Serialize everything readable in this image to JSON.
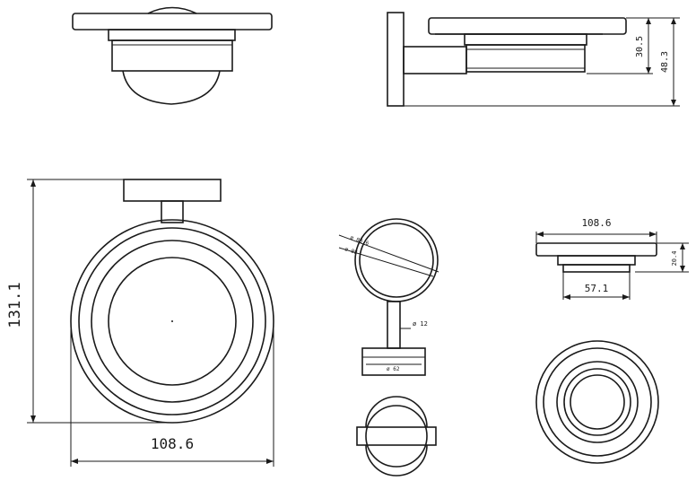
{
  "dimensions": {
    "top_right_height_inner": "30.5",
    "top_right_height_outer": "48.3",
    "front_height": "131.1",
    "front_width": "108.6",
    "glass_outer_dia": "ø 83.6",
    "glass_inner_dia": "ø 88",
    "arm_dia": "ø 12",
    "base_dia": "ø 62",
    "dish_width": "108.6",
    "dish_height": "20.4",
    "dish_base_width": "57.1"
  },
  "colors": {
    "line": "#1a1a1a",
    "background": "#ffffff"
  }
}
